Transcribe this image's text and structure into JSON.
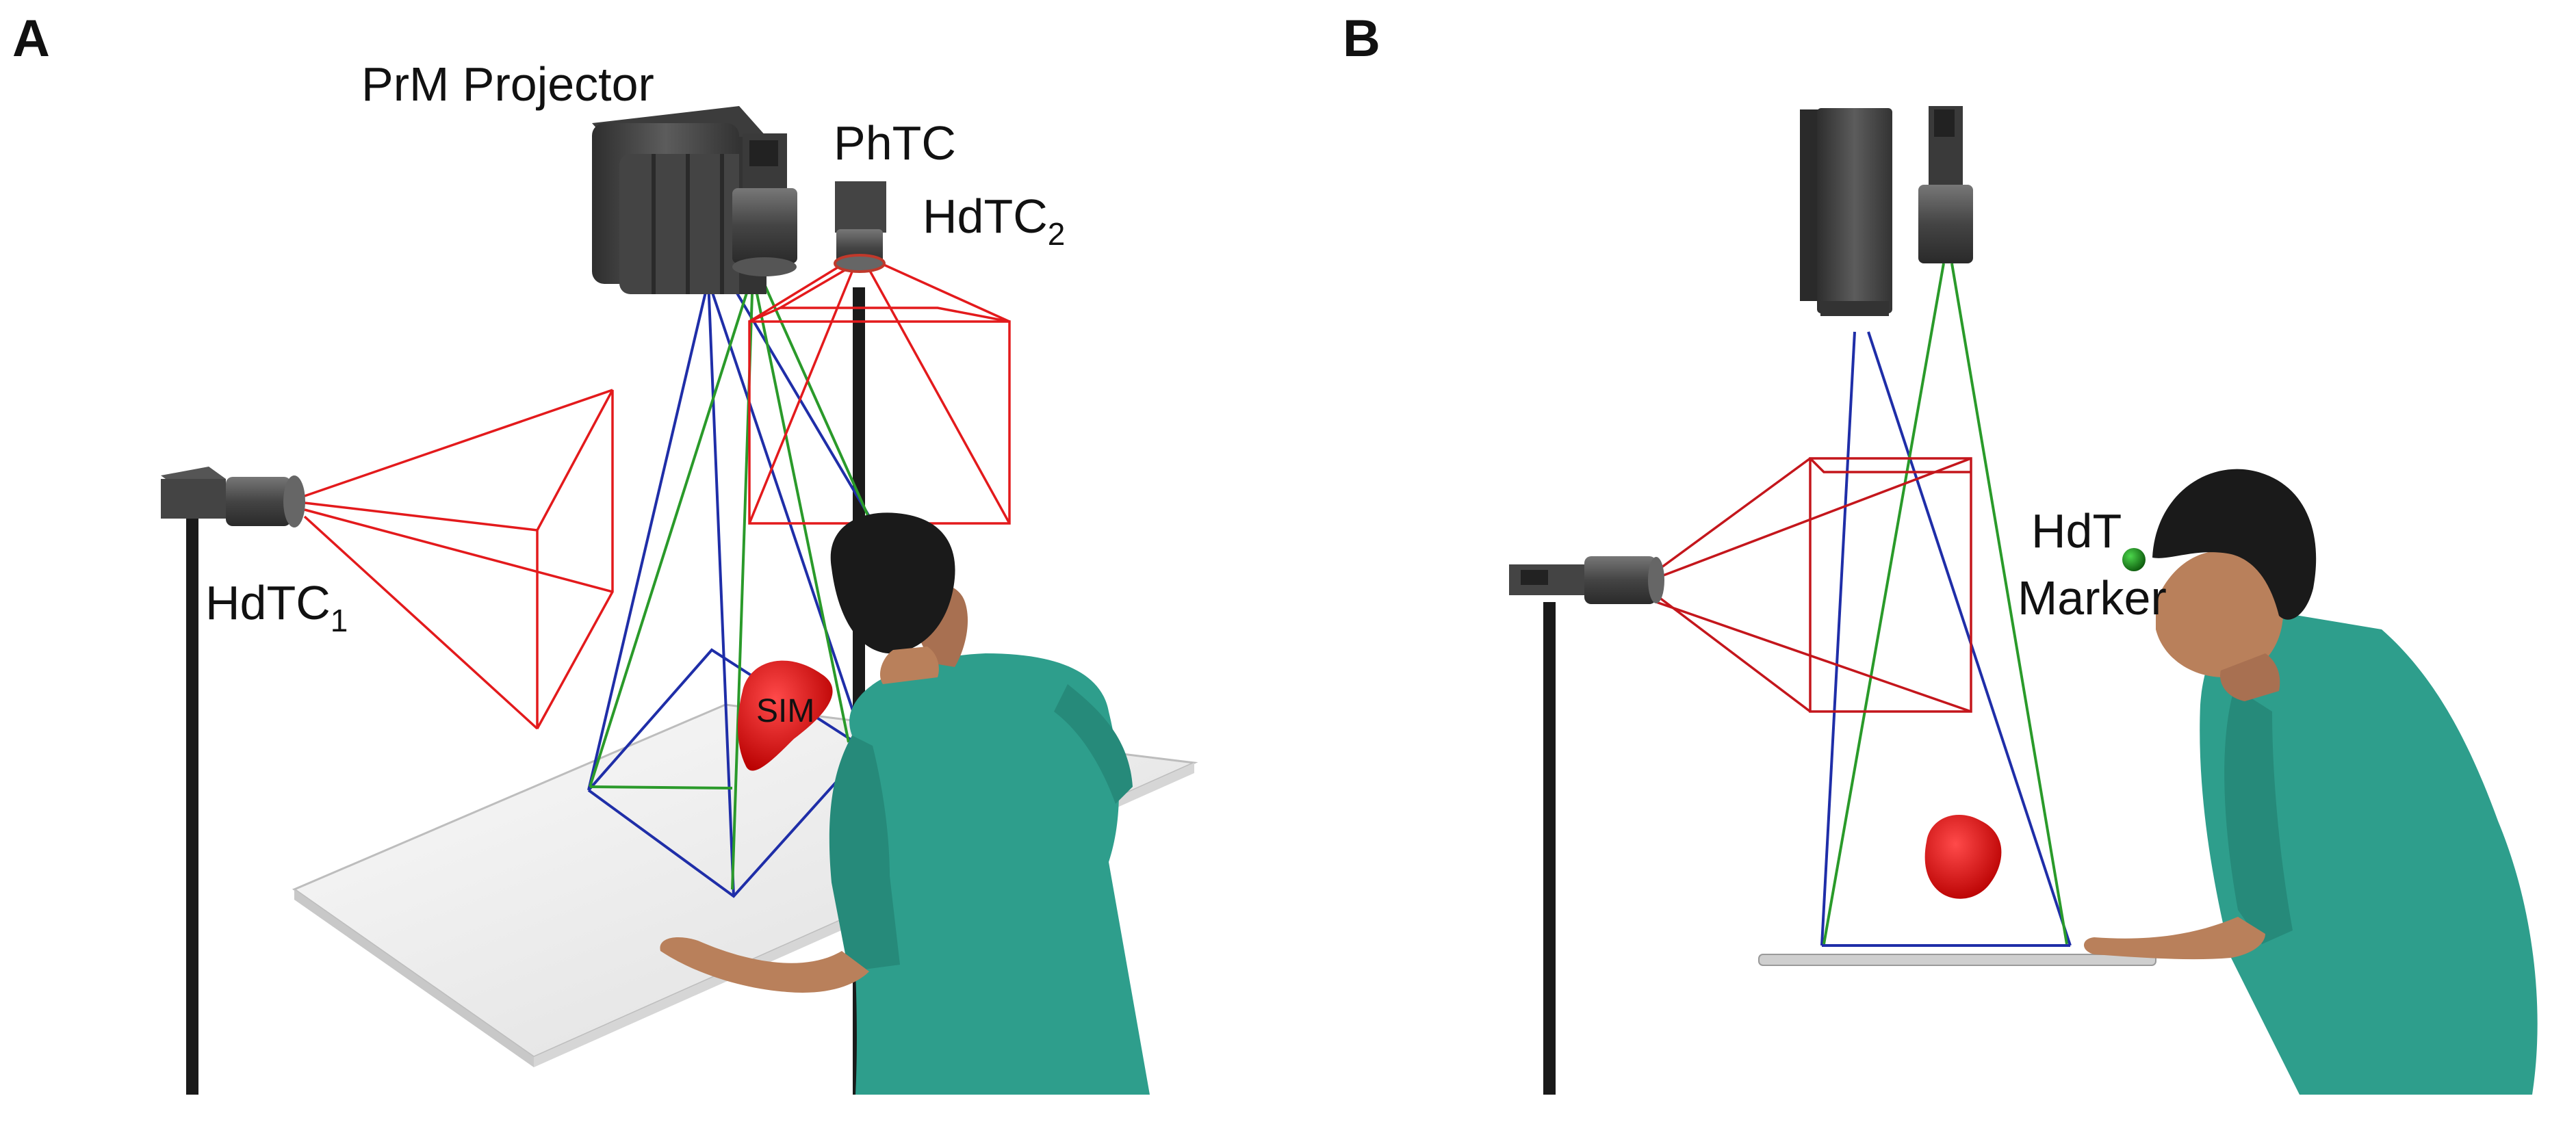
{
  "panels": {
    "a": {
      "letter": "A",
      "labels": {
        "projector": "PrM Projector",
        "phtc": "PhTC",
        "hdtc2_main": "HdTC",
        "hdtc2_sub": "2",
        "hdtc1_main": "HdTC",
        "hdtc1_sub": "1",
        "sim": "SIM"
      }
    },
    "b": {
      "letter": "B",
      "labels": {
        "marker_line1": "HdT",
        "marker_line2": "Marker"
      }
    }
  },
  "colors": {
    "camera_view_frustum": "#e31a1c",
    "projector_frustum": "#1f2ea8",
    "phtc_frustum": "#2a9a2a",
    "sim_organ": "#e00000",
    "scrubs": "#2e9e8c",
    "hair": "#1a1a1a",
    "skin": "#b9805b",
    "device_body": "#4a4a4a",
    "stand": "#1a1a1a",
    "table": "#eeeeee",
    "marker": "#1f8f1f"
  },
  "icons": [
    "projector-icon",
    "camera-icon",
    "head-tracking-camera-icon",
    "surgeon-figure-icon",
    "organ-icon",
    "marker-icon"
  ]
}
